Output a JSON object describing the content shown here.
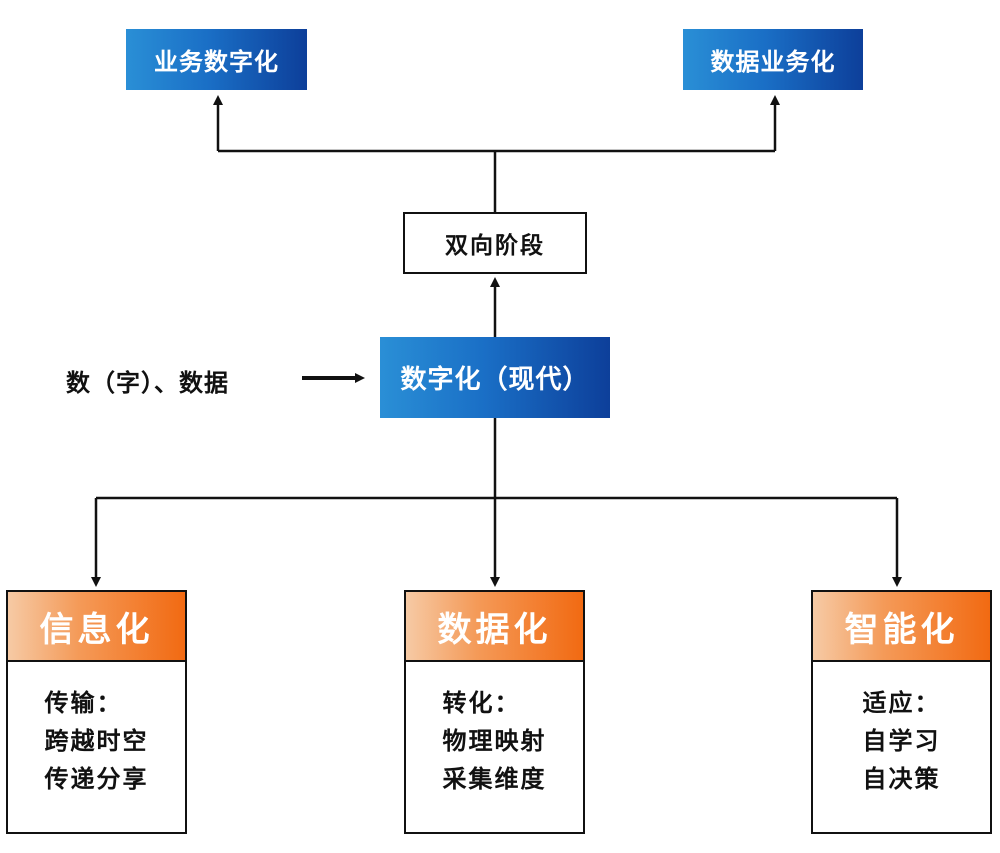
{
  "top": {
    "left_box": "业务数字化",
    "right_box": "数据业务化"
  },
  "middle": {
    "stage_box": "双向阶段",
    "core_box": "数字化（现代）",
    "input_label": "数（字）、数据"
  },
  "cards": [
    {
      "title": "信息化",
      "lines": [
        "传输：",
        "跨越时空",
        "传递分享"
      ]
    },
    {
      "title": "数据化",
      "lines": [
        "转化：",
        "物理映射",
        "采集维度"
      ]
    },
    {
      "title": "智能化",
      "lines": [
        "适应：",
        "自学习",
        "自决策"
      ]
    }
  ],
  "colors": {
    "blue_start": "#2a8fd6",
    "blue_end": "#0d3f9a",
    "orange_start": "#f6caa5",
    "orange_end": "#f26a12",
    "line": "#111111"
  }
}
